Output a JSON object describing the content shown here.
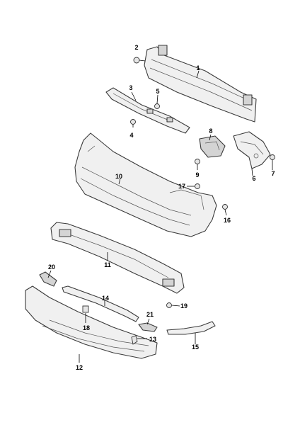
{
  "callouts": {
    "c1": "1",
    "c2": "2",
    "c3": "3",
    "c4": "4",
    "c5": "5",
    "c6": "6",
    "c7": "7",
    "c8": "8",
    "c9": "9",
    "c10": "10",
    "c11": "11",
    "c12": "12",
    "c13": "13",
    "c14": "14",
    "c15": "15",
    "c16": "16",
    "c17": "17",
    "c18": "18",
    "c19": "19",
    "c20": "20",
    "c21": "21"
  },
  "colors": {
    "stroke": "#3a3a3a",
    "fill": "#f0f0f0",
    "text": "#000000"
  }
}
